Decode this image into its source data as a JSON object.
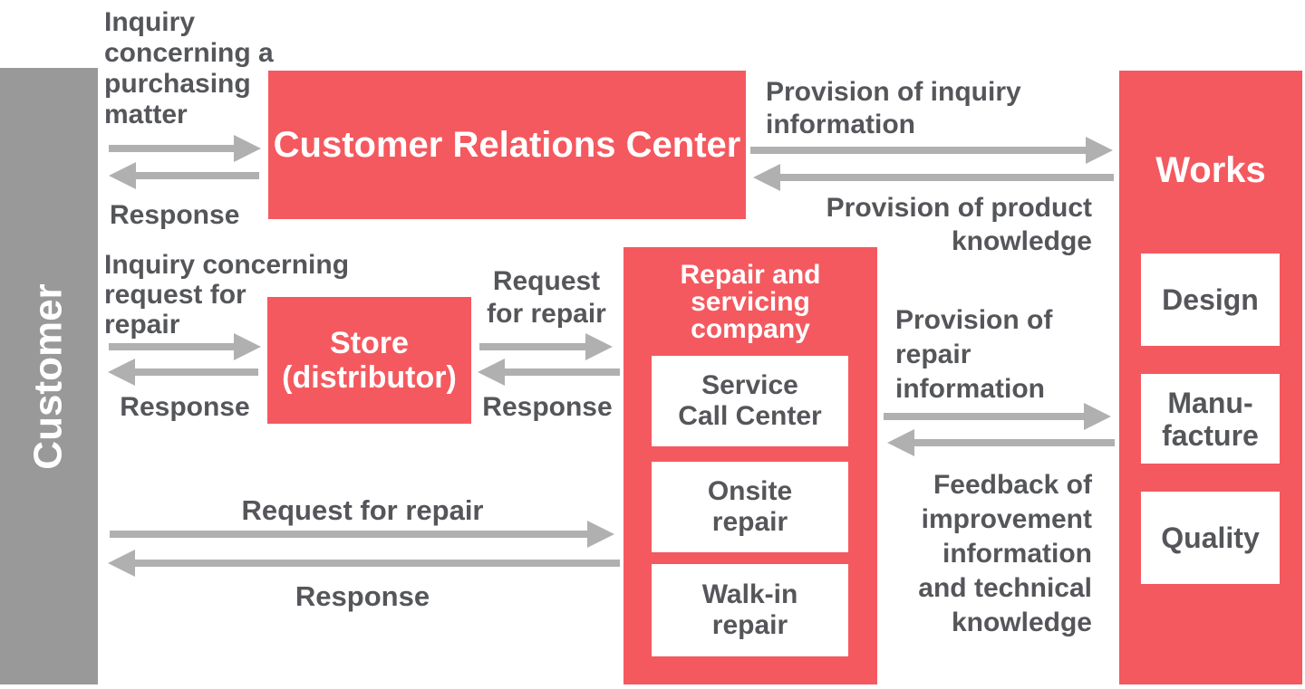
{
  "colors": {
    "accent_red": "#f4595f",
    "customer_gray": "#999999",
    "arrow_gray": "#b0b0b0",
    "label_text": "#55565a",
    "entity_text": "#ffffff"
  },
  "entities": {
    "customer": {
      "label": "Customer"
    },
    "customer_relations_center": {
      "label": "Customer Relations Center"
    },
    "store": {
      "label": "Store\n(distributor)"
    },
    "repair_company": {
      "title": "Repair and\nservicing\ncompany",
      "units": [
        {
          "label": "Service\nCall Center"
        },
        {
          "label": "Onsite\nrepair"
        },
        {
          "label": "Walk-in\nrepair"
        }
      ]
    },
    "works": {
      "label": "Works",
      "departments": [
        {
          "label": "Design"
        },
        {
          "label": "Manu-\nfacture"
        },
        {
          "label": "Quality"
        }
      ]
    }
  },
  "flows": {
    "customer_to_crc": {
      "request": "Inquiry\nconcerning a\npurchasing\nmatter",
      "response": "Response"
    },
    "customer_to_store": {
      "request": "Inquiry concerning\nrequest for\nrepair",
      "response": "Response"
    },
    "store_to_repair": {
      "request": "Request\nfor repair",
      "response": "Response"
    },
    "crc_to_works": {
      "request": "Provision of inquiry\ninformation",
      "response": "Provision of product\nknowledge"
    },
    "repair_to_works": {
      "request": "Provision of\nrepair\ninformation",
      "response": "Feedback of\nimprovement\ninformation\nand technical\nknowledge"
    },
    "customer_to_repair": {
      "request": "Request for repair",
      "response": "Response"
    }
  }
}
